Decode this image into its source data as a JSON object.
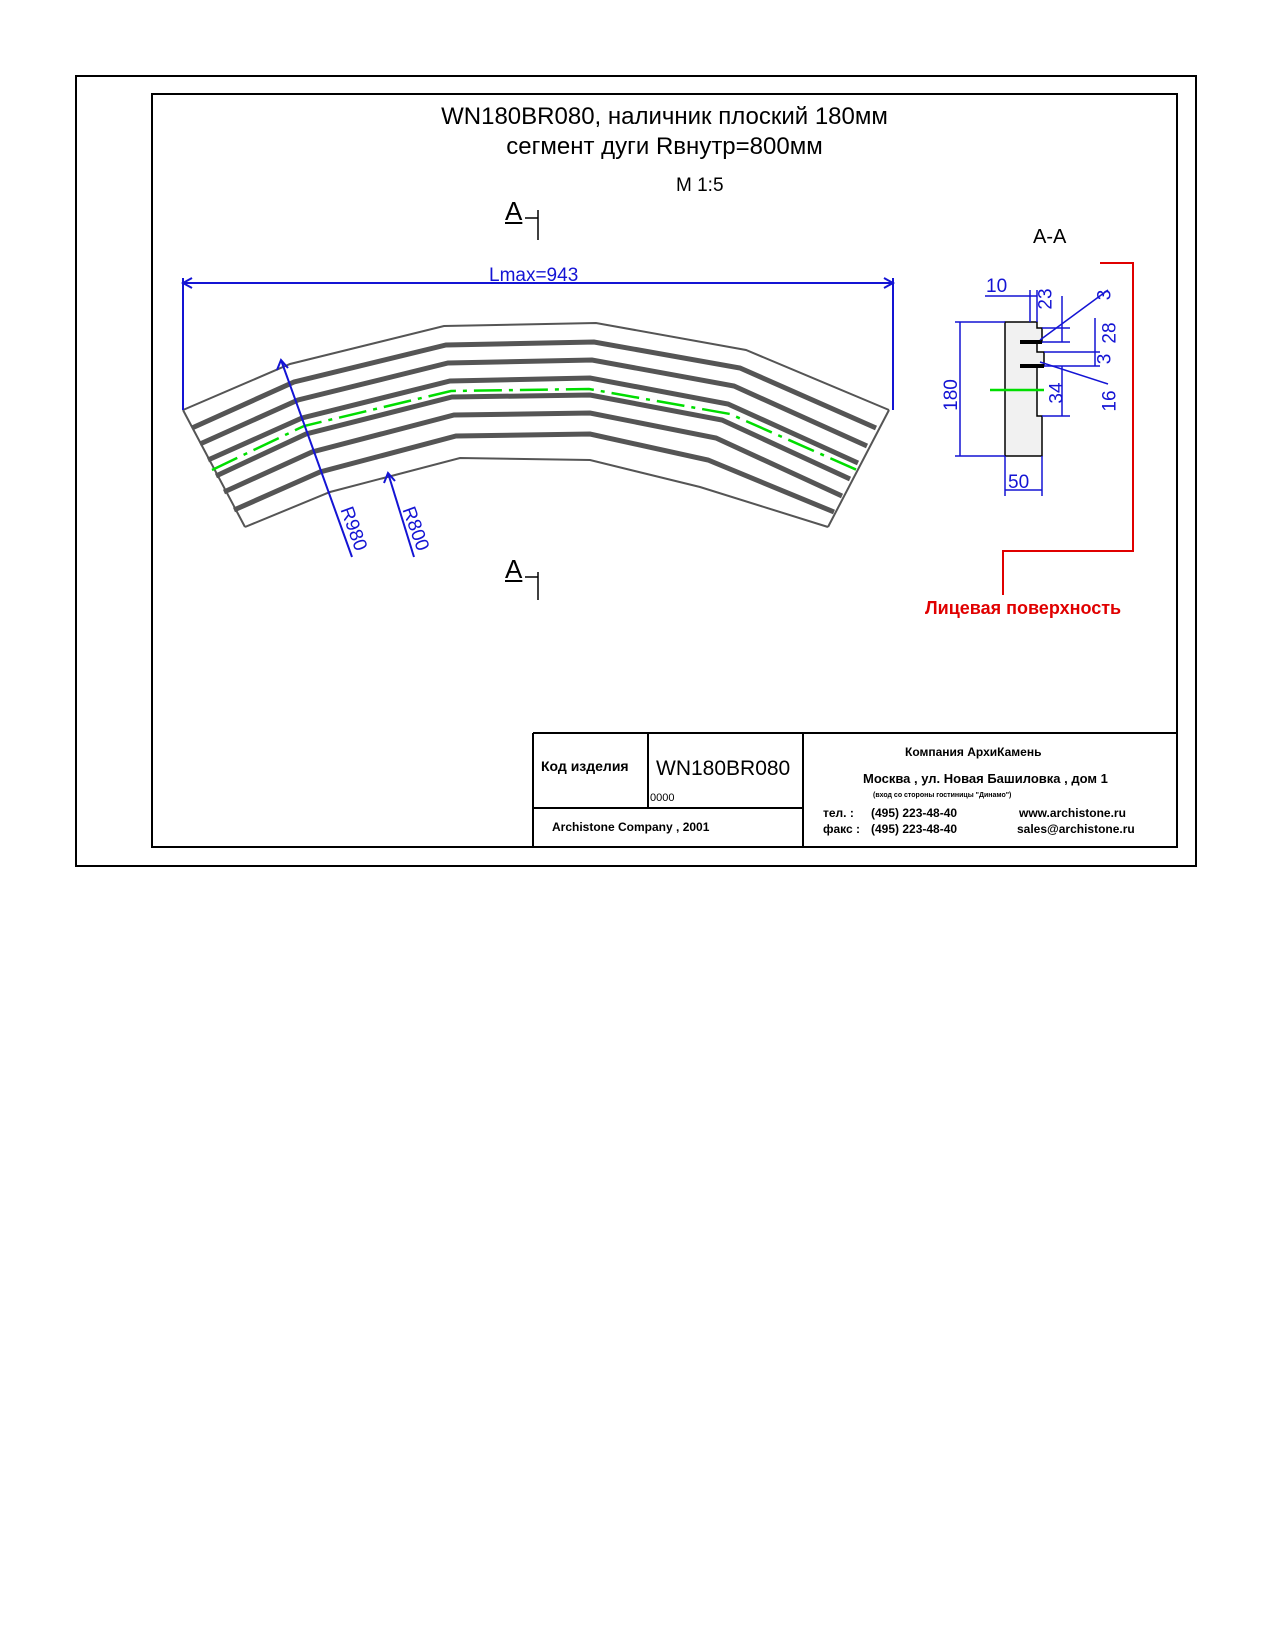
{
  "title": {
    "line1": "WN180BR080, наличник плоский 180мм",
    "line2": "сегмент дуги Rвнутр=800мм",
    "scale": "М 1:5"
  },
  "section_marks": {
    "top": "А",
    "bottom": "А",
    "view_label": "А-А"
  },
  "dimensions": {
    "lmax": "Lmax=943",
    "r_outer": "R980",
    "r_inner": "R800",
    "d10": "10",
    "d23": "23",
    "d3a": "3",
    "d28": "28",
    "d3b": "3",
    "d34": "34",
    "d16": "16",
    "d180": "180",
    "d50": "50"
  },
  "face_label": "Лицевая поверхность",
  "title_block": {
    "code_label": "Код изделия",
    "code_value": "WN180BR080",
    "code_sub": "0000",
    "copyright": "Archistone  Company ,  2001",
    "company": "Компания  АрхиКамень",
    "address": "Москва , ул. Новая Башиловка , дом 1",
    "address_note": "(вход со стороны гостиницы \"Динамо\")",
    "tel_label": "тел.   :",
    "tel": "(495) 223-48-40",
    "fax_label": "факс :",
    "fax": "(495) 223-48-40",
    "web": "www.archistone.ru",
    "email": "sales@archistone.ru"
  },
  "colors": {
    "dimension": "#1414d4",
    "centerline": "#00dd00",
    "face": "#e00000",
    "profile": "#555555"
  }
}
